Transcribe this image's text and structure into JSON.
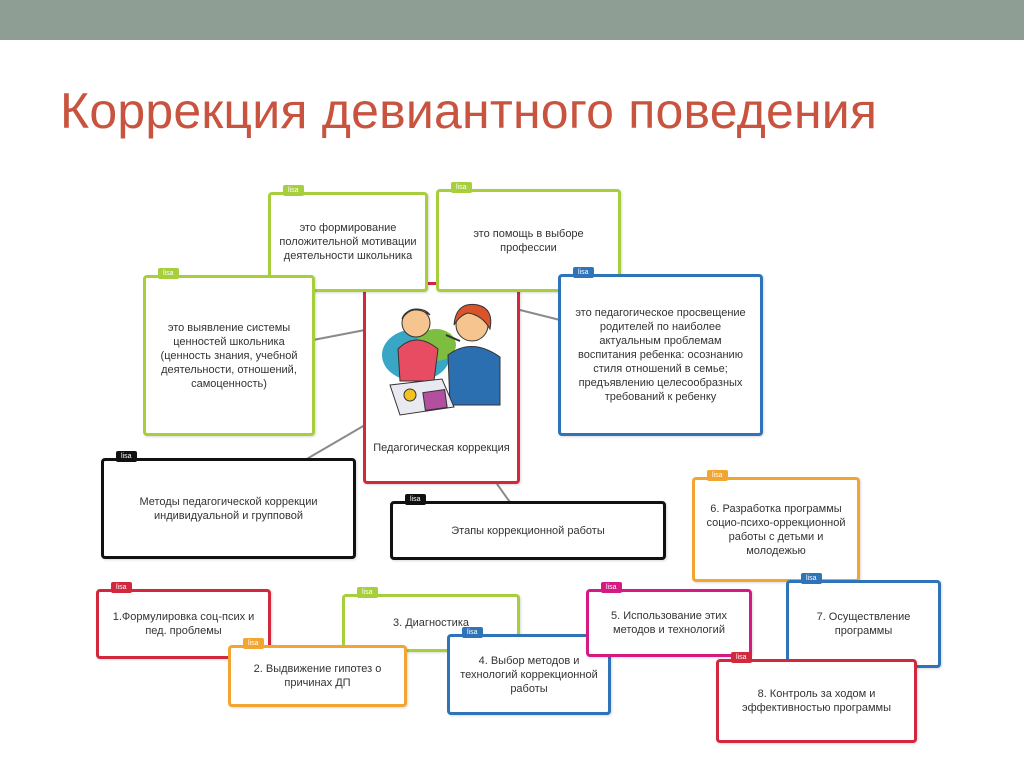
{
  "title": "Коррекция девиантного поведения",
  "tag_text": "lisa",
  "center": {
    "label": "Педагогическая коррекция"
  },
  "nodes": [
    {
      "id": "motivation",
      "text": "это формирование положительной мотивации деятельности школьника",
      "color": "lime"
    },
    {
      "id": "profession",
      "text": "это помощь в выборе профессии",
      "color": "lime"
    },
    {
      "id": "values",
      "text": "это выявление системы ценностей школьника (ценность знания, учебной деятельности, отношений, самоценность)",
      "color": "lime"
    },
    {
      "id": "parents",
      "text": "это педагогическое просвещение родителей по наиболее актуальным проблемам воспитания ребенка: осознанию стиля отношений в семье; предъявлению целесообразных требований к ребенку",
      "color": "blue"
    },
    {
      "id": "methods",
      "text": "Методы педагогической коррекции индивидуальной и групповой",
      "color": "black"
    },
    {
      "id": "stages",
      "text": "Этапы коррекционной работы",
      "color": "black"
    },
    {
      "id": "step1",
      "text": "1.Формулировка соц-псих и пед. проблемы",
      "color": "red"
    },
    {
      "id": "step2",
      "text": "2. Выдвижение гипотез о причинах ДП",
      "color": "orange"
    },
    {
      "id": "step3",
      "text": "3. Диагностика",
      "color": "lime"
    },
    {
      "id": "step4",
      "text": "4. Выбор методов и технологий коррекционной работы",
      "color": "blue"
    },
    {
      "id": "step5",
      "text": "5. Использование этих методов и технологий",
      "color": "magenta"
    },
    {
      "id": "step6",
      "text": "6. Разработка программы социо-психо-оррекционной работы с детьми и молодежью",
      "color": "orange"
    },
    {
      "id": "step7",
      "text": "7. Осуществление программы",
      "color": "blue"
    },
    {
      "id": "step8",
      "text": "8. Контроль за ходом и эффективностью программы",
      "color": "red"
    }
  ]
}
